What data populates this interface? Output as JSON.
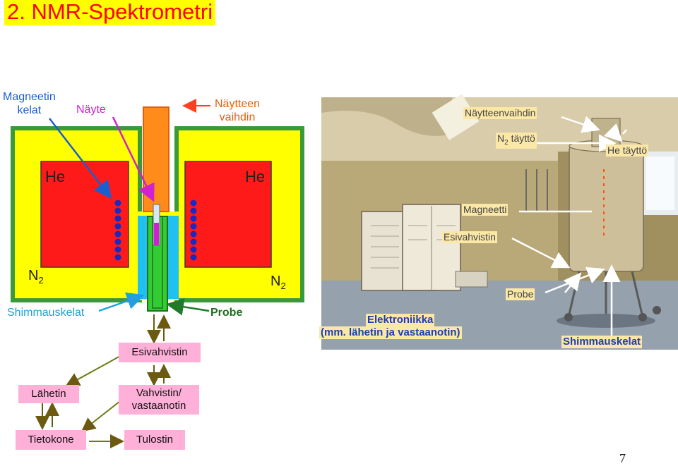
{
  "title": "2. NMR-Spektrometri",
  "page_number": "7",
  "schematic": {
    "labels": {
      "magnet_coils": "Magneetin\nkelat",
      "sample": "Näyte",
      "sample_changer": "Näytteen\nvaihdin",
      "shim_coils": "Shimmauskelat",
      "probe": "Probe",
      "preamplifier": "Esivahvistin"
    },
    "he_left": "He",
    "he_right": "He",
    "n2_left": "N",
    "n2_right": "N",
    "n2_sub": "2"
  },
  "flow": {
    "transmitter": "Lähetin",
    "amplifier": "Vahvistin/\nvastaanotin",
    "computer": "Tietokone",
    "output": "Tulostin"
  },
  "photo": {
    "sample_changer": "Näytteenvaihdin",
    "n2_fill": "N",
    "n2_fill_sub": "2",
    "n2_fill_suffix": " täyttö",
    "he_fill": "He täyttö",
    "magnet": "Magneetti",
    "preamplifier": "Esivahvistin",
    "probe": "Probe",
    "electronics_line1": "Elektroniikka",
    "electronics_line2": "(mm. lähetin ja vastaanotin)",
    "shim_coils": "Shimmauskelat"
  },
  "colors": {
    "title": "#ff0000",
    "title_bg": "#ffff00",
    "magnet_outer": "#3a9a3a",
    "magnet_fill": "#ffff00",
    "coil_red": "#ff1010",
    "coil_dots": "#1a2ac0",
    "sample_tube": "#ff8c1a",
    "probe": "#33cc33",
    "shim": "#20c0f0",
    "flow_box": "#ffb0d8"
  }
}
